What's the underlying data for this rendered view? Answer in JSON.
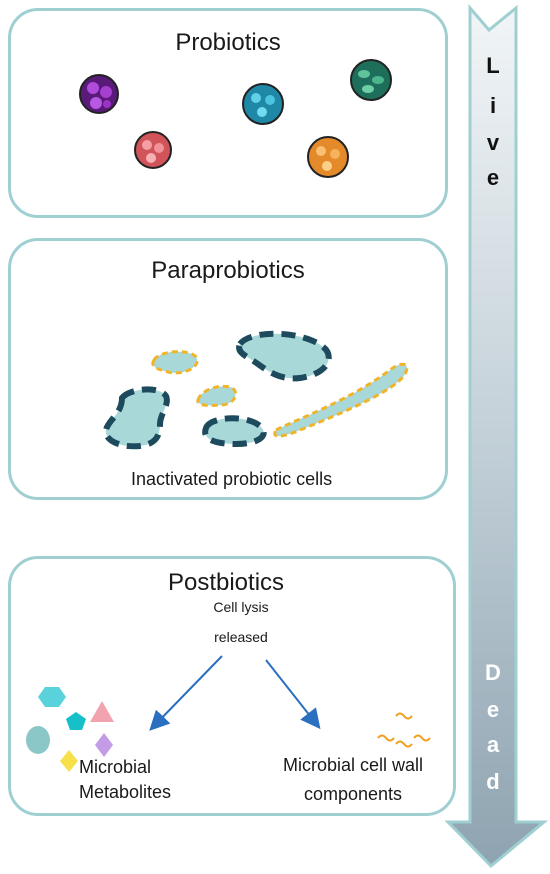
{
  "probiotics": {
    "title": "Probiotics"
  },
  "paraprobiotics": {
    "title": "Paraprobiotics",
    "caption": "Inactivated probiotic cells"
  },
  "postbiotics": {
    "title": "Postbiotics",
    "lysis": "Cell lysis",
    "released": "released",
    "metabolites_line1": "Microbial",
    "metabolites_line2": "Metabolites",
    "cellwall_line1": "Microbial cell wall",
    "cellwall_line2": "components"
  },
  "arrow": {
    "top_letters": [
      "L",
      "i",
      "v",
      "e"
    ],
    "bottom_letters": [
      "D",
      "e",
      "a",
      "d"
    ]
  },
  "colors": {
    "panel_border": "#9fcfd1",
    "fragment_fill": "#a9d8d9",
    "fragment_dash": "#1d4a5c",
    "fragment_dash_yellow": "#f0b429",
    "arrow_top": "#eef3f6",
    "arrow_bottom": "#8fa5b2"
  }
}
